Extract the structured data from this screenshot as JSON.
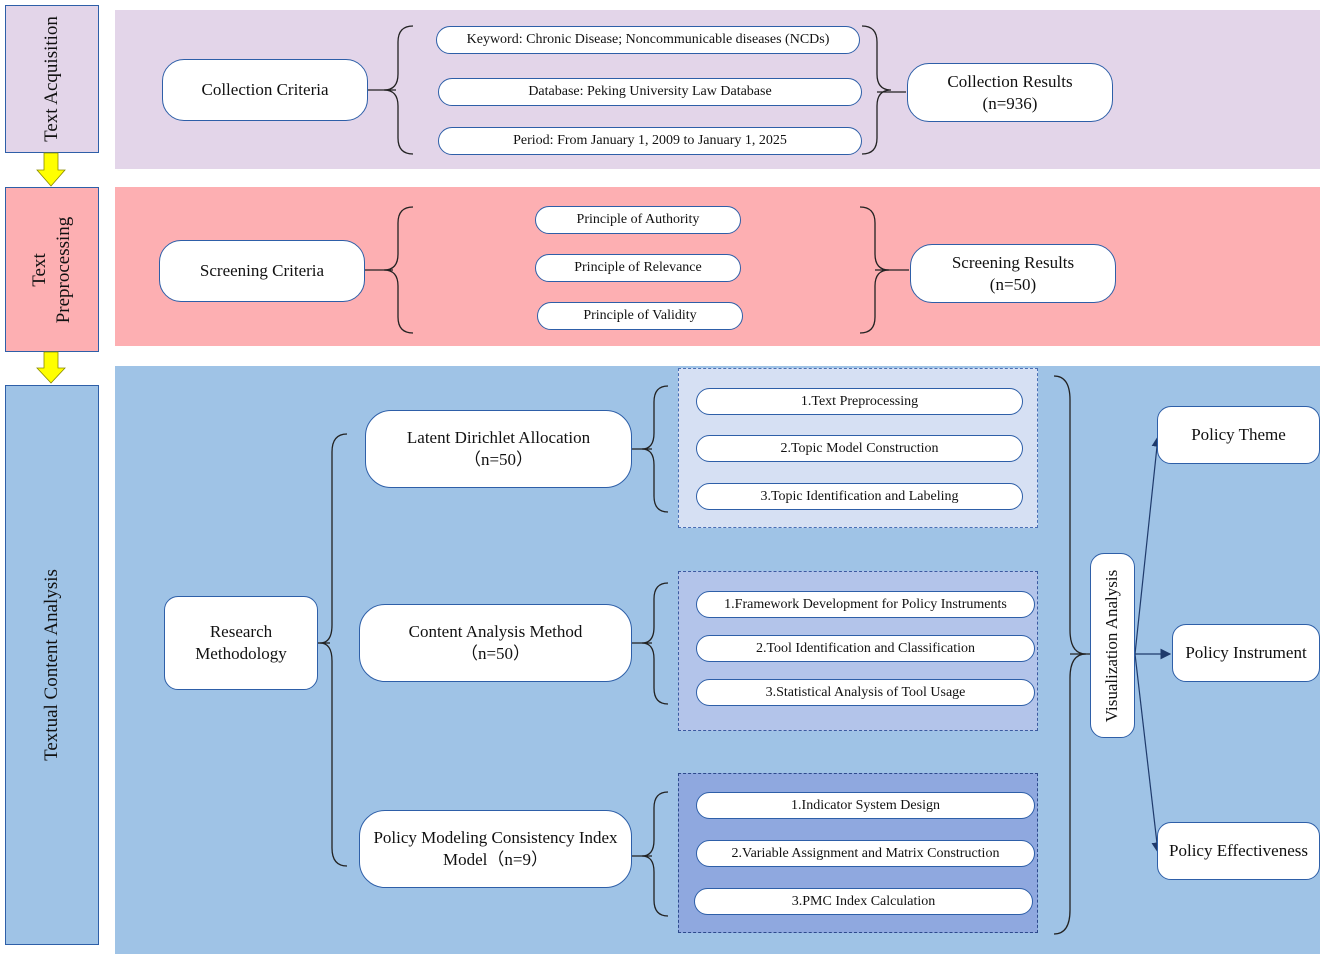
{
  "stages": {
    "acquisition": "Text Acquisition",
    "preprocessing": [
      "Text",
      "Preprocessing"
    ],
    "analysis": "Textual Content Analysis"
  },
  "acquisition": {
    "criteria": "Collection Criteria",
    "items": [
      "Keyword: Chronic Disease; Noncommunicable diseases (NCDs)",
      "Database: Peking University Law Database",
      "Period: From January 1, 2009 to January 1, 2025"
    ],
    "result": [
      "Collection Results",
      "(n=936)"
    ]
  },
  "preprocessing": {
    "criteria": "Screening Criteria",
    "items": [
      "Principle of Authority",
      "Principle of Relevance",
      "Principle of Validity"
    ],
    "result": [
      "Screening Results",
      "(n=50)"
    ]
  },
  "analysis": {
    "root": [
      "Research",
      "Methodology"
    ],
    "methods": [
      {
        "name": "Latent Dirichlet Allocation",
        "n": "（n=50）",
        "steps": [
          "1.Text Preprocessing",
          "2.Topic Model Construction",
          "3.Topic Identification and Labeling"
        ]
      },
      {
        "name": "Content Analysis Method",
        "n": "（n=50）",
        "steps": [
          "1.Framework Development for Policy Instruments",
          "2.Tool Identification and Classification",
          "3.Statistical Analysis of Tool Usage"
        ]
      },
      {
        "name": "Policy Modeling Consistency Index",
        "n": "Model（n=9）",
        "steps": [
          "1.Indicator System Design",
          "2.Variable Assignment and Matrix Construction",
          "3.PMC Index Calculation"
        ]
      }
    ],
    "visualization": "Visualization Analysis",
    "outputs": [
      "Policy Theme",
      "Policy Instrument",
      "Policy Effectiveness"
    ]
  },
  "colors": {
    "acquisition_bg": "#e3d5e9",
    "preprocessing_bg": "#fdafb2",
    "analysis_bg": "#9fc3e6",
    "panel1": "#d6e0f3",
    "panel2": "#b3c4ea",
    "panel3": "#8fa8df",
    "arrow": "#ffff00"
  }
}
